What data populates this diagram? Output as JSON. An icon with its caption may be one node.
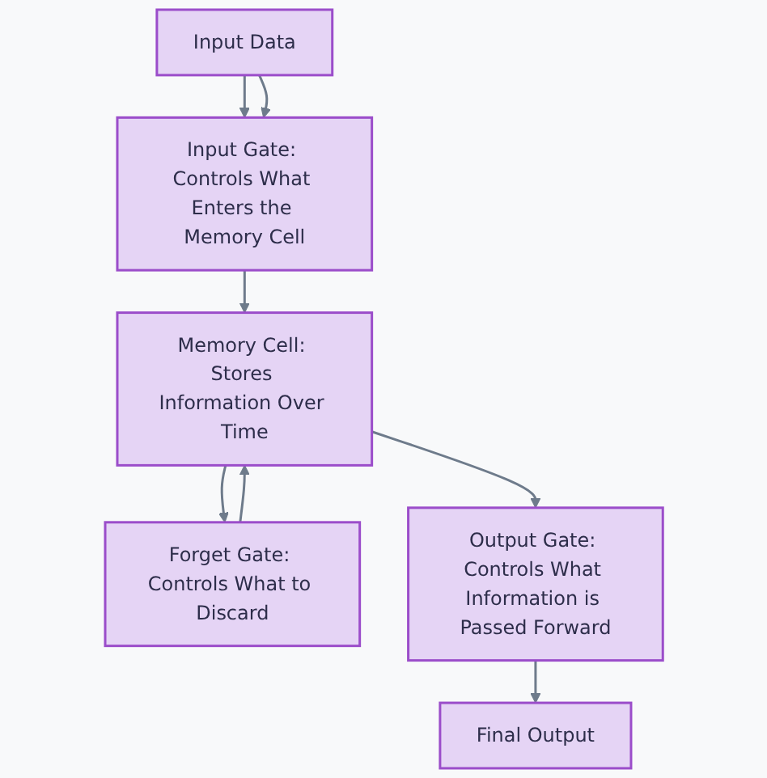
{
  "diagram": {
    "nodes": [
      {
        "text": [
          "Input Data"
        ]
      },
      {
        "text": [
          "Input Gate: Controls What Enters the Memory Cell"
        ]
      },
      {
        "text": [
          "Memory Cell: Stores Information Over Time"
        ]
      },
      {
        "text": [
          "Forget Gate: Controls What to Discard"
        ]
      },
      {
        "text": [
          "Output Gate: Controls What Information is Passed Forward"
        ]
      },
      {
        "text": [
          "Final Output"
        ]
      }
    ],
    "edges": [
      {
        "from": 0,
        "to": 1,
        "arrow": "to"
      },
      {
        "from": 0,
        "to": 1,
        "arrow": "to"
      },
      {
        "from": 1,
        "to": 2,
        "arrow": "to"
      },
      {
        "from": 2,
        "to": 3,
        "arrow": "to"
      },
      {
        "from": 3,
        "to": 2,
        "arrow": "to"
      },
      {
        "from": 2,
        "to": 4,
        "arrow": "to"
      },
      {
        "from": 4,
        "to": 5,
        "arrow": "to"
      }
    ]
  }
}
